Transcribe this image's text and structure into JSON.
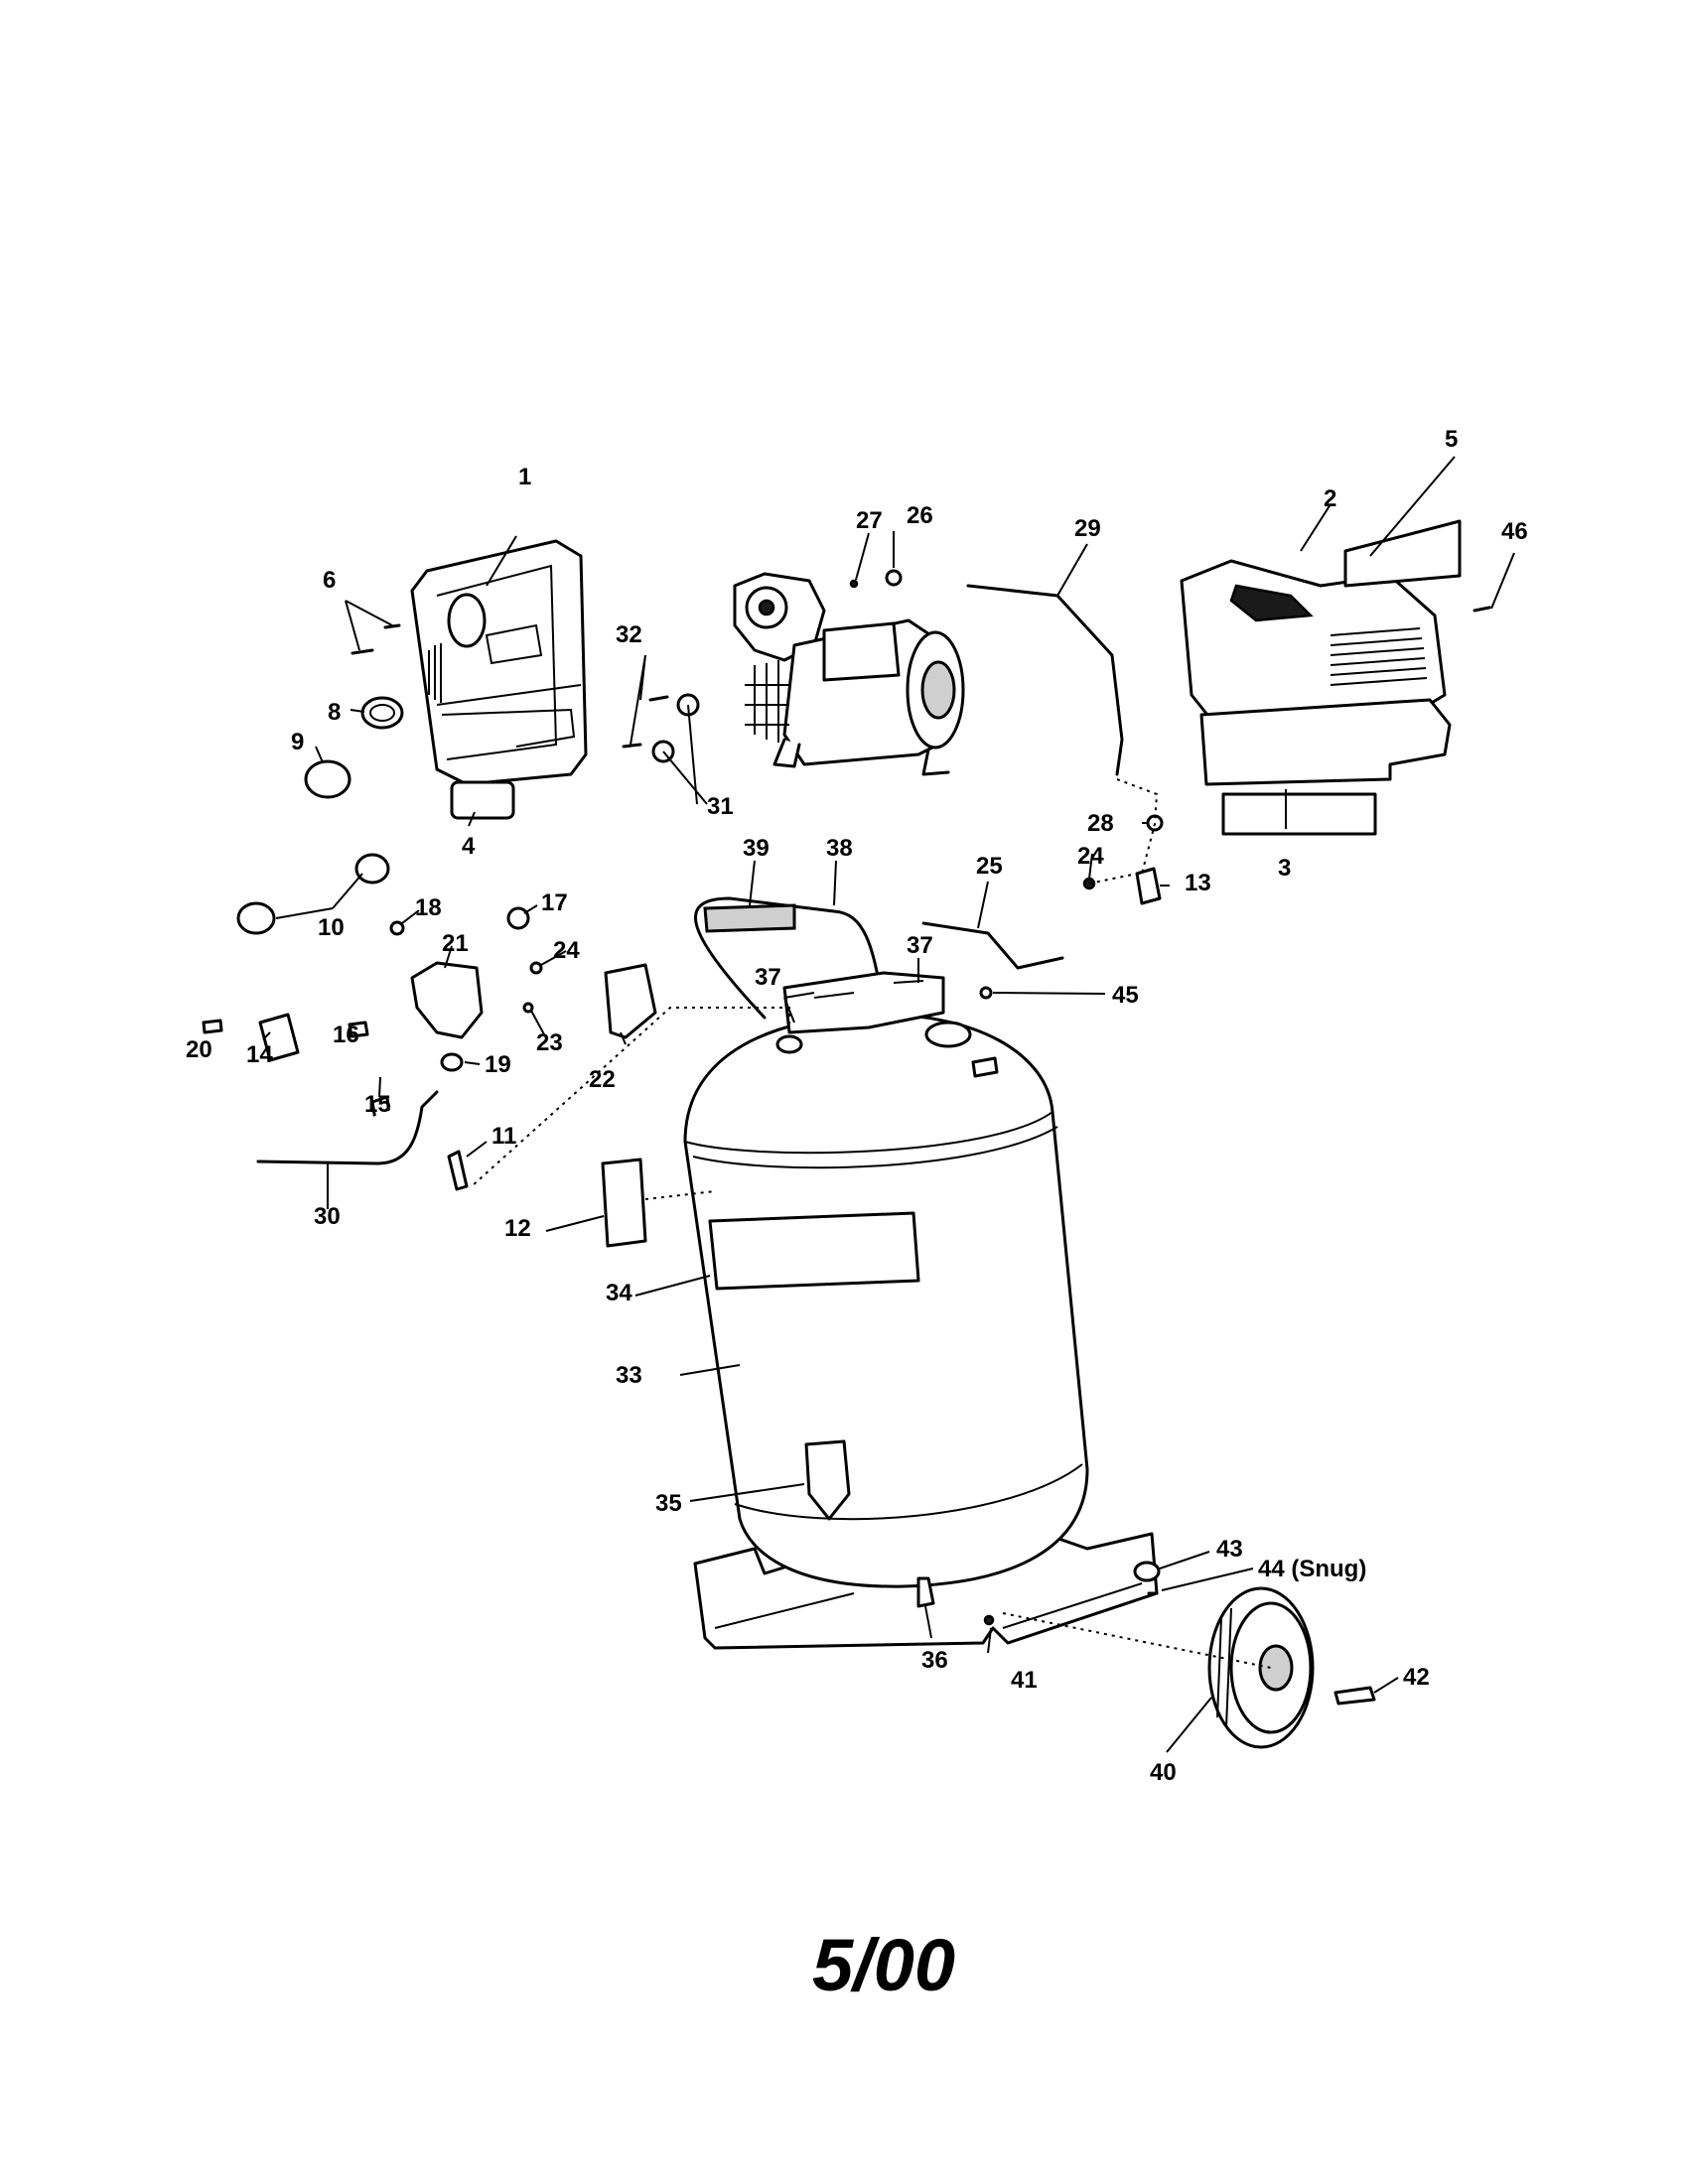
{
  "callouts": {
    "c1": "1",
    "c2": "2",
    "c3": "3",
    "c4": "4",
    "c5": "5",
    "c6": "6",
    "c8": "8",
    "c9": "9",
    "c10": "10",
    "c11": "11",
    "c12": "12",
    "c13": "13",
    "c14": "14",
    "c15": "15",
    "c16": "16",
    "c17": "17",
    "c18": "18",
    "c19": "19",
    "c20": "20",
    "c21": "21",
    "c22": "22",
    "c23": "23",
    "c24a": "24",
    "c24b": "24",
    "c25": "25",
    "c26": "26",
    "c27": "27",
    "c28": "28",
    "c29": "29",
    "c30": "30",
    "c31": "31",
    "c32": "32",
    "c33": "33",
    "c34": "34",
    "c35": "35",
    "c36": "36",
    "c37a": "37",
    "c37b": "37",
    "c38": "38",
    "c39": "39",
    "c40": "40",
    "c41": "41",
    "c42": "42",
    "c43": "43",
    "c44": "44 (Snug)",
    "c45": "45",
    "c46": "46"
  },
  "revision": "5/00"
}
